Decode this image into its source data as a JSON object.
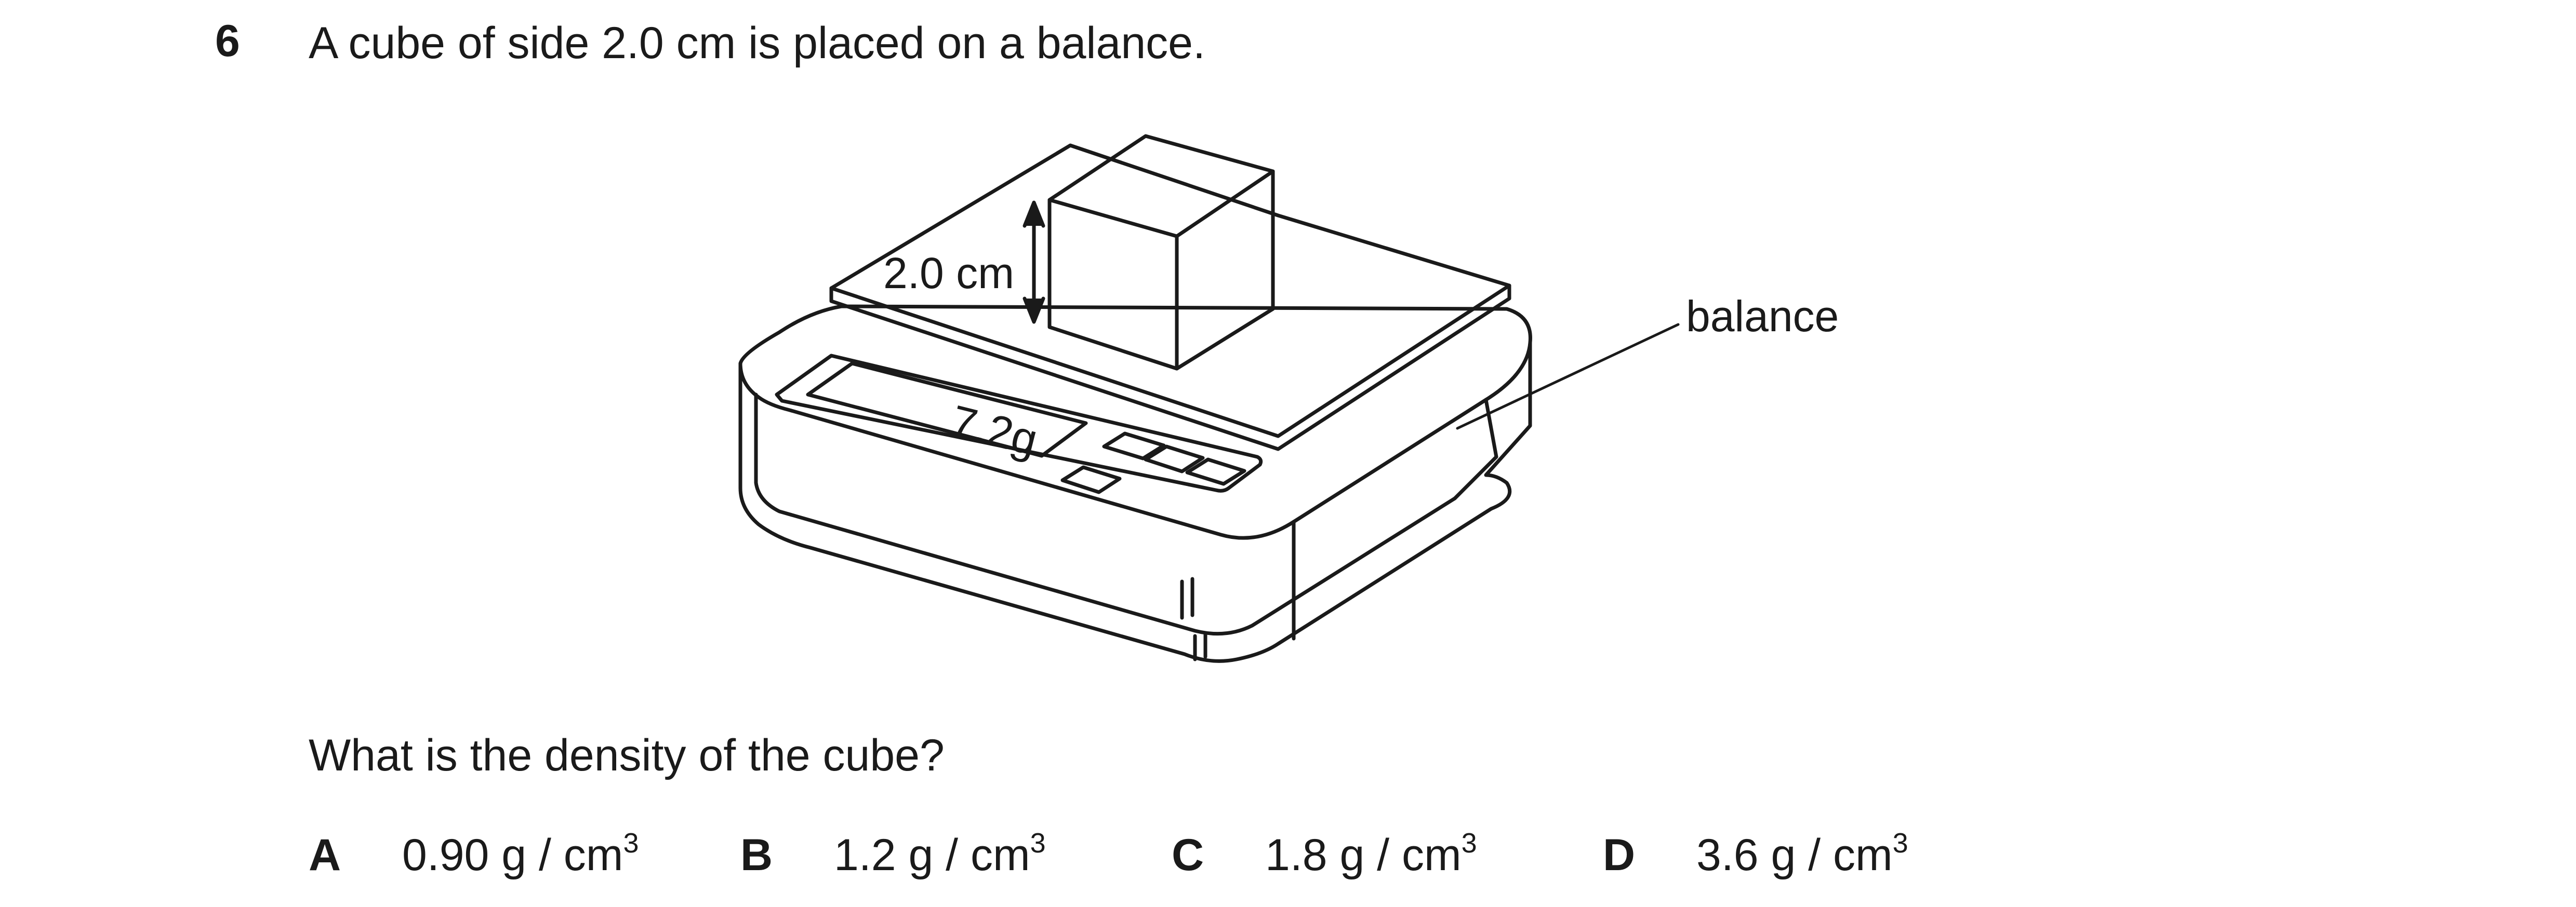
{
  "question": {
    "number": "6",
    "stem": "A cube of side 2.0 cm is placed on a balance.",
    "prompt": "What is the density of the cube?"
  },
  "figure": {
    "side_label": "2.0 cm",
    "display_reading": "7.2g",
    "balance_label": "balance"
  },
  "options": [
    {
      "letter": "A",
      "value": "0.90 g / cm",
      "exponent": "3"
    },
    {
      "letter": "B",
      "value": "1.2 g / cm",
      "exponent": "3"
    },
    {
      "letter": "C",
      "value": "1.8 g / cm",
      "exponent": "3"
    },
    {
      "letter": "D",
      "value": "3.6 g / cm",
      "exponent": "3"
    }
  ]
}
